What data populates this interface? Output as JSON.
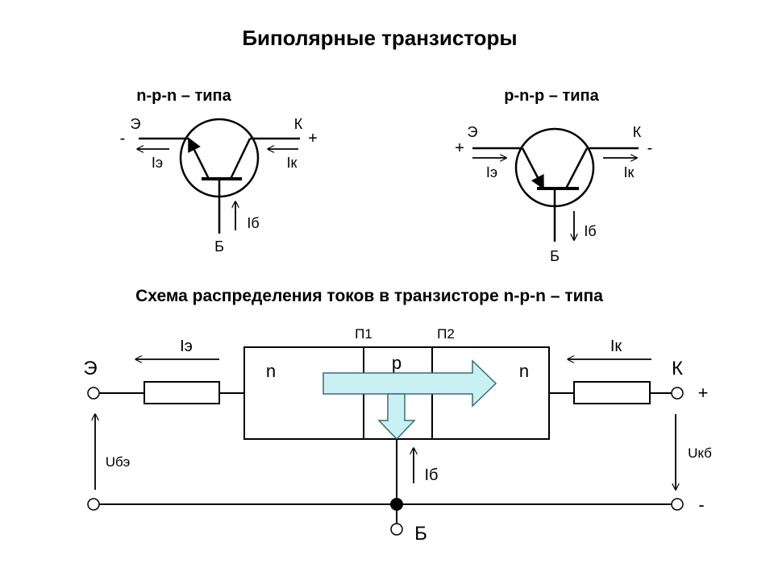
{
  "title": "Биполярные транзисторы",
  "npn": {
    "title": "n-p-n – типа",
    "emitter": "Э",
    "collector": "К",
    "base": "Б",
    "emitter_sign": "-",
    "collector_sign": "+",
    "i_emitter": "Iэ",
    "i_collector": "Iк",
    "i_base": "Iб"
  },
  "pnp": {
    "title": "p-n-p – типа",
    "emitter": "Э",
    "collector": "К",
    "base": "Б",
    "emitter_sign": "+",
    "collector_sign": "-",
    "i_emitter": "Iэ",
    "i_collector": "Iк",
    "i_base": "Iб"
  },
  "scheme": {
    "title": "Схема распределения токов в транзисторе n-p-n – типа",
    "emitter": "Э",
    "collector": "К",
    "base": "Б",
    "i_emitter": "Iэ",
    "i_collector": "Iк",
    "i_base": "Iб",
    "u_be": "Uбэ",
    "u_kb": "Uкб",
    "junction1": "П1",
    "junction2": "П2",
    "region_left": "n",
    "region_mid": "p",
    "region_right": "n",
    "plus": "+",
    "minus": "-"
  },
  "colors": {
    "line": "#000000",
    "flow_fill": "#c9f1f4",
    "flow_stroke": "#3a6a7a"
  }
}
